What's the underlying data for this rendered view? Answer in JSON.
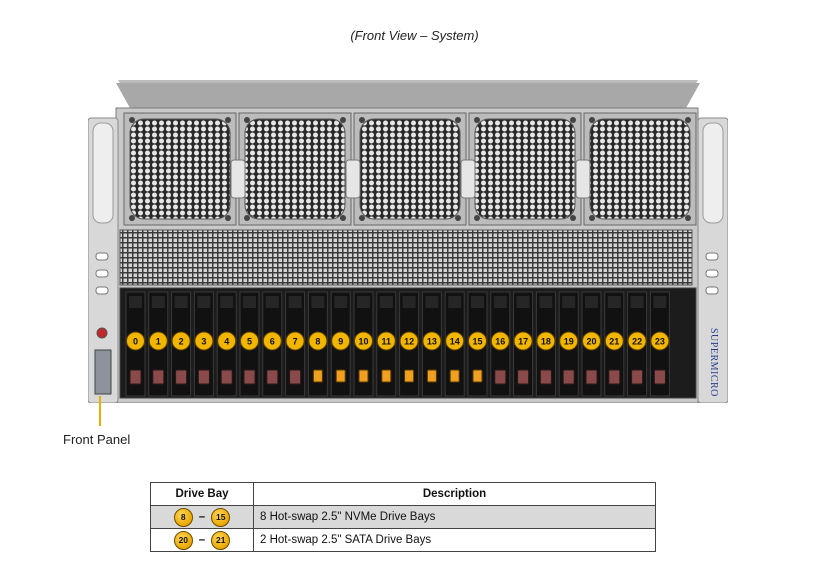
{
  "caption": "(Front View – System)",
  "brand": "SUPERMICRO",
  "front_panel_label": "Front Panel",
  "bays": [
    "0",
    "1",
    "2",
    "3",
    "4",
    "5",
    "6",
    "7",
    "8",
    "9",
    "10",
    "11",
    "12",
    "13",
    "14",
    "15",
    "16",
    "17",
    "18",
    "19",
    "20",
    "21",
    "22",
    "23"
  ],
  "nvme_bays": [
    "8",
    "9",
    "10",
    "11",
    "12",
    "13",
    "14",
    "15"
  ],
  "legend": {
    "headers": [
      "Drive Bay",
      "Description"
    ],
    "rows": [
      {
        "from": "8",
        "to": "15",
        "sep": "–",
        "description": "8 Hot-swap 2.5\" NVMe Drive Bays"
      },
      {
        "from": "20",
        "to": "21",
        "sep": "–",
        "description": "2 Hot-swap 2.5\" SATA Drive Bays"
      }
    ]
  },
  "colors": {
    "badge": "#f2b600",
    "nvme_latch": "#f0a020",
    "sata_latch": "#8a4a4a",
    "callout": "#e8b000"
  }
}
